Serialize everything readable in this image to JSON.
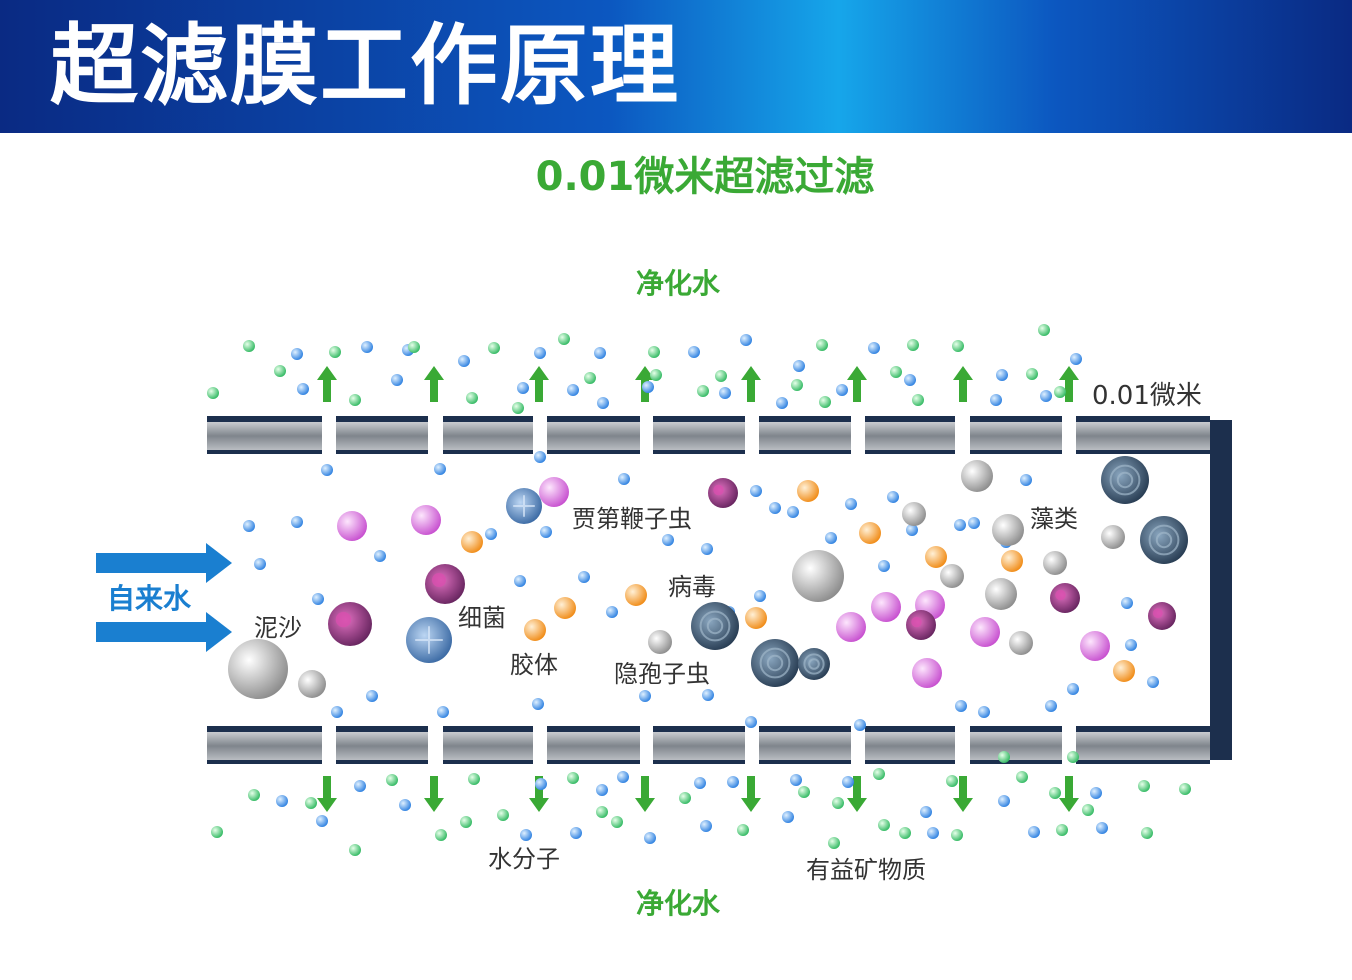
{
  "banner": {
    "title": "超滤膜工作原理"
  },
  "diagram": {
    "subtitle": "0.01微米超滤过滤",
    "top_output_label": "净化水",
    "bottom_output_label": "净化水",
    "pore_size_label": "0.01微米",
    "inlet_label": "自来水",
    "contaminant_labels": {
      "sand": "泥沙",
      "bacteria": "细菌",
      "colloid": "胶体",
      "giardia": "贾第鞭子虫",
      "virus": "病毒",
      "cryptosporidium": "隐孢子虫",
      "algae": "藻类"
    },
    "output_labels": {
      "water_molecule": "水分子",
      "minerals": "有益矿物质"
    },
    "colors": {
      "title_green": "#3aa935",
      "arrow_green": "#3aa935",
      "inlet_blue": "#1a7fd0",
      "membrane_gray": "#8a8f95",
      "membrane_dark": "#1c2f4d",
      "water_blue": "#2b7fe0",
      "mineral_green": "#3ec46a",
      "colloid_orange": "#f39a2a",
      "virus_pink": "#d060d0",
      "sand_gray": "#9a9a9a",
      "bacteria_purple": "#7a2f6f",
      "giardia_blue": "#3a6fb0",
      "crypto_dark": "#2c4660"
    }
  }
}
